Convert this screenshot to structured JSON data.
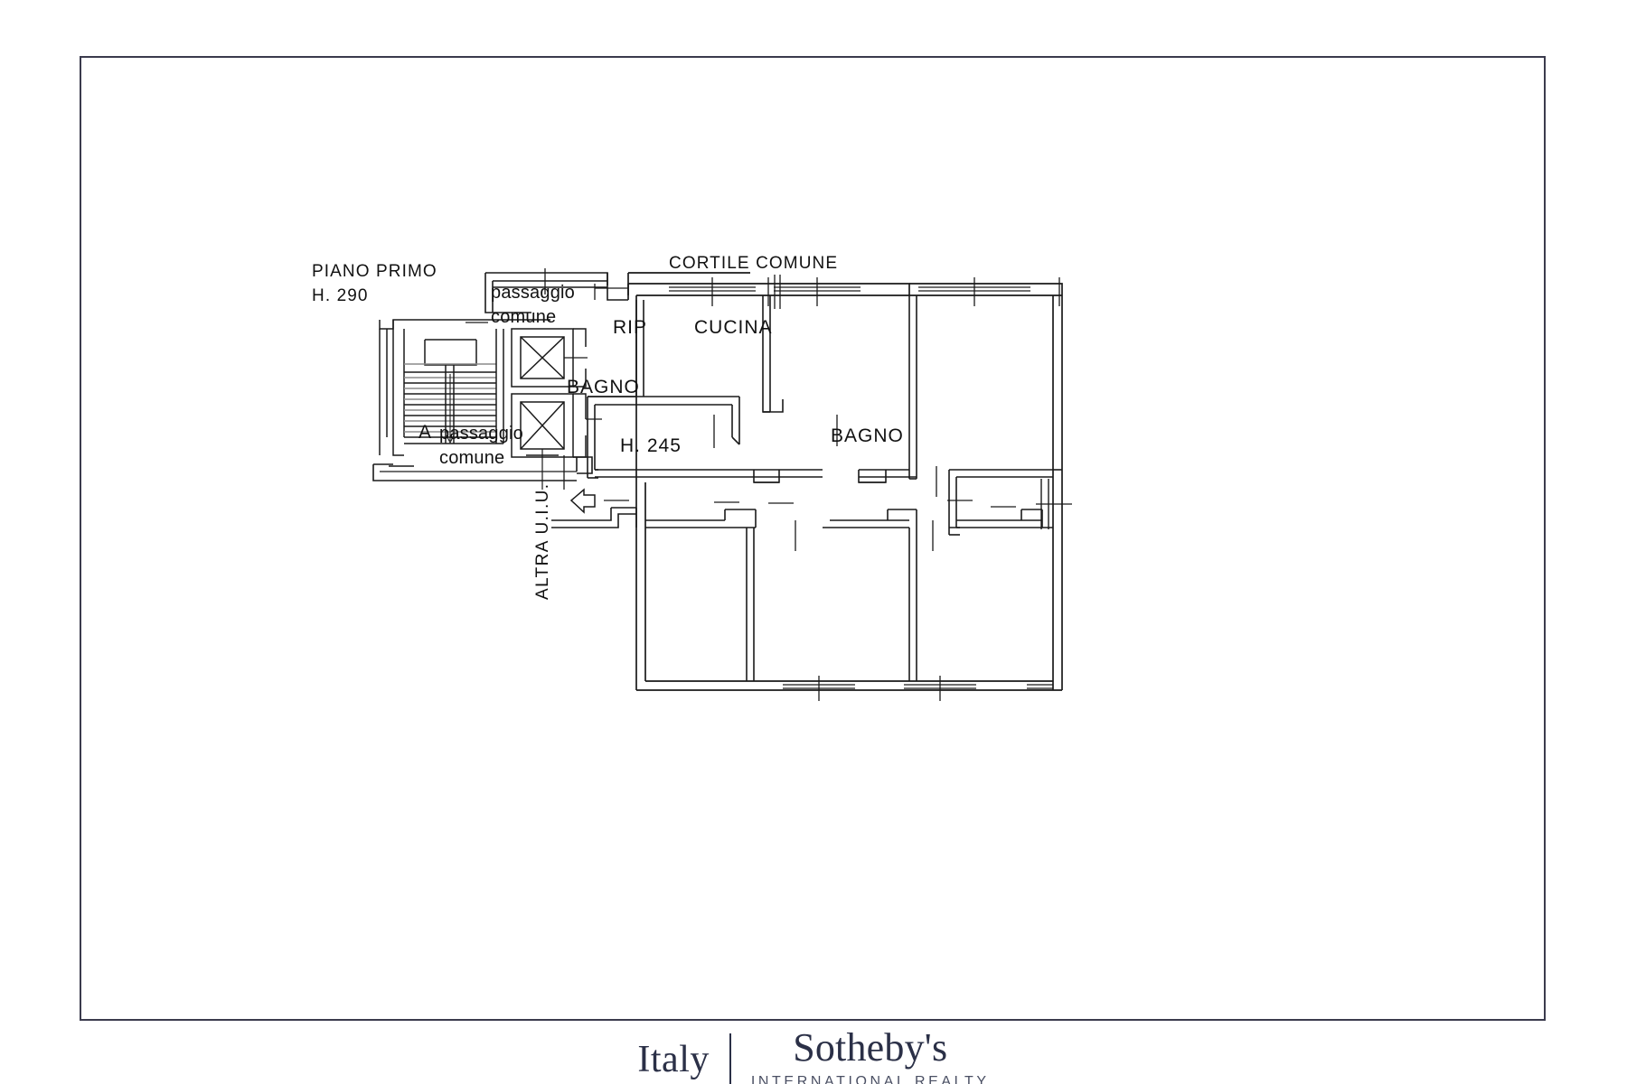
{
  "document": {
    "type": "floor-plan",
    "frame_color": "#3b3b4d",
    "background": "#ffffff"
  },
  "plan": {
    "title_line1": "PIANO PRIMO",
    "title_line2": "H. 290",
    "labels": {
      "cortile_comune": "CORTILE COMUNE",
      "passaggio_comune_top_1": "passaggio",
      "passaggio_comune_top_2": "comune",
      "passaggio_comune_bottom_1": "passaggio",
      "passaggio_comune_bottom_2": "comune",
      "stair_marker": "A",
      "rip": "RIP",
      "cucina": "CUCINA",
      "bagno_left": "BAGNO",
      "bagno_right": "BAGNO",
      "height_245": "H. 245",
      "altra_uiu": "ALTRA U.I.U."
    },
    "rooms": [
      {
        "name": "RIP",
        "type": "storage"
      },
      {
        "name": "CUCINA",
        "type": "kitchen"
      },
      {
        "name": "BAGNO",
        "type": "bathroom"
      },
      {
        "name": "BAGNO",
        "type": "bathroom"
      }
    ],
    "features": [
      {
        "name": "staircase",
        "count": 1
      },
      {
        "name": "elevator-shaft",
        "count": 2
      },
      {
        "name": "entrance-arrow",
        "count": 1
      }
    ],
    "ceiling_heights": {
      "floor": "H. 290",
      "corridor": "H. 245"
    }
  },
  "footer": {
    "brand_left": "Italy",
    "brand_main": "Sotheby's",
    "brand_sub": "INTERNATIONAL REALTY",
    "brand_color": "#2b3047"
  }
}
